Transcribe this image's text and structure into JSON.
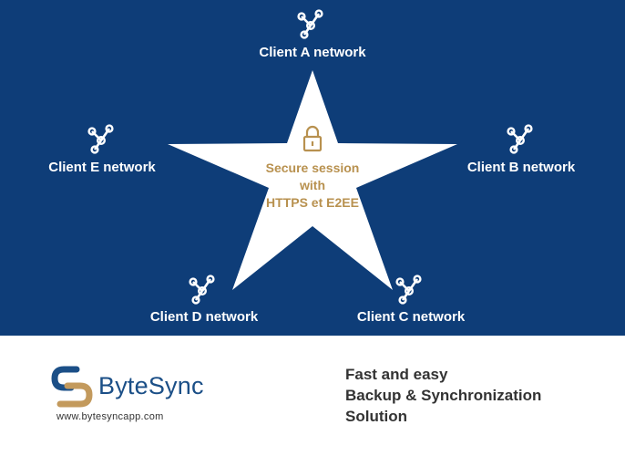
{
  "colors": {
    "background": "#0e3d78",
    "star": "#ffffff",
    "accent": "#b8914f",
    "node_label": "#ffffff",
    "brand": "#1b4f87"
  },
  "center": {
    "icon": "lock-icon",
    "lines": [
      "Secure session",
      "with",
      "HTTPS et E2EE"
    ]
  },
  "nodes": [
    {
      "id": "a",
      "icon": "network-nodes-icon",
      "label": "Client A network"
    },
    {
      "id": "b",
      "icon": "network-nodes-icon",
      "label": "Client B network"
    },
    {
      "id": "c",
      "icon": "network-nodes-icon",
      "label": "Client C network"
    },
    {
      "id": "d",
      "icon": "network-nodes-icon",
      "label": "Client D network"
    },
    {
      "id": "e",
      "icon": "network-nodes-icon",
      "label": "Client E network"
    }
  ],
  "brand": {
    "logo_icon": "bytesync-logo-icon",
    "name": "ByteSync",
    "url": "www.bytesyncapp.com"
  },
  "tagline": [
    "Fast and easy",
    "Backup & Synchronization",
    "Solution"
  ]
}
